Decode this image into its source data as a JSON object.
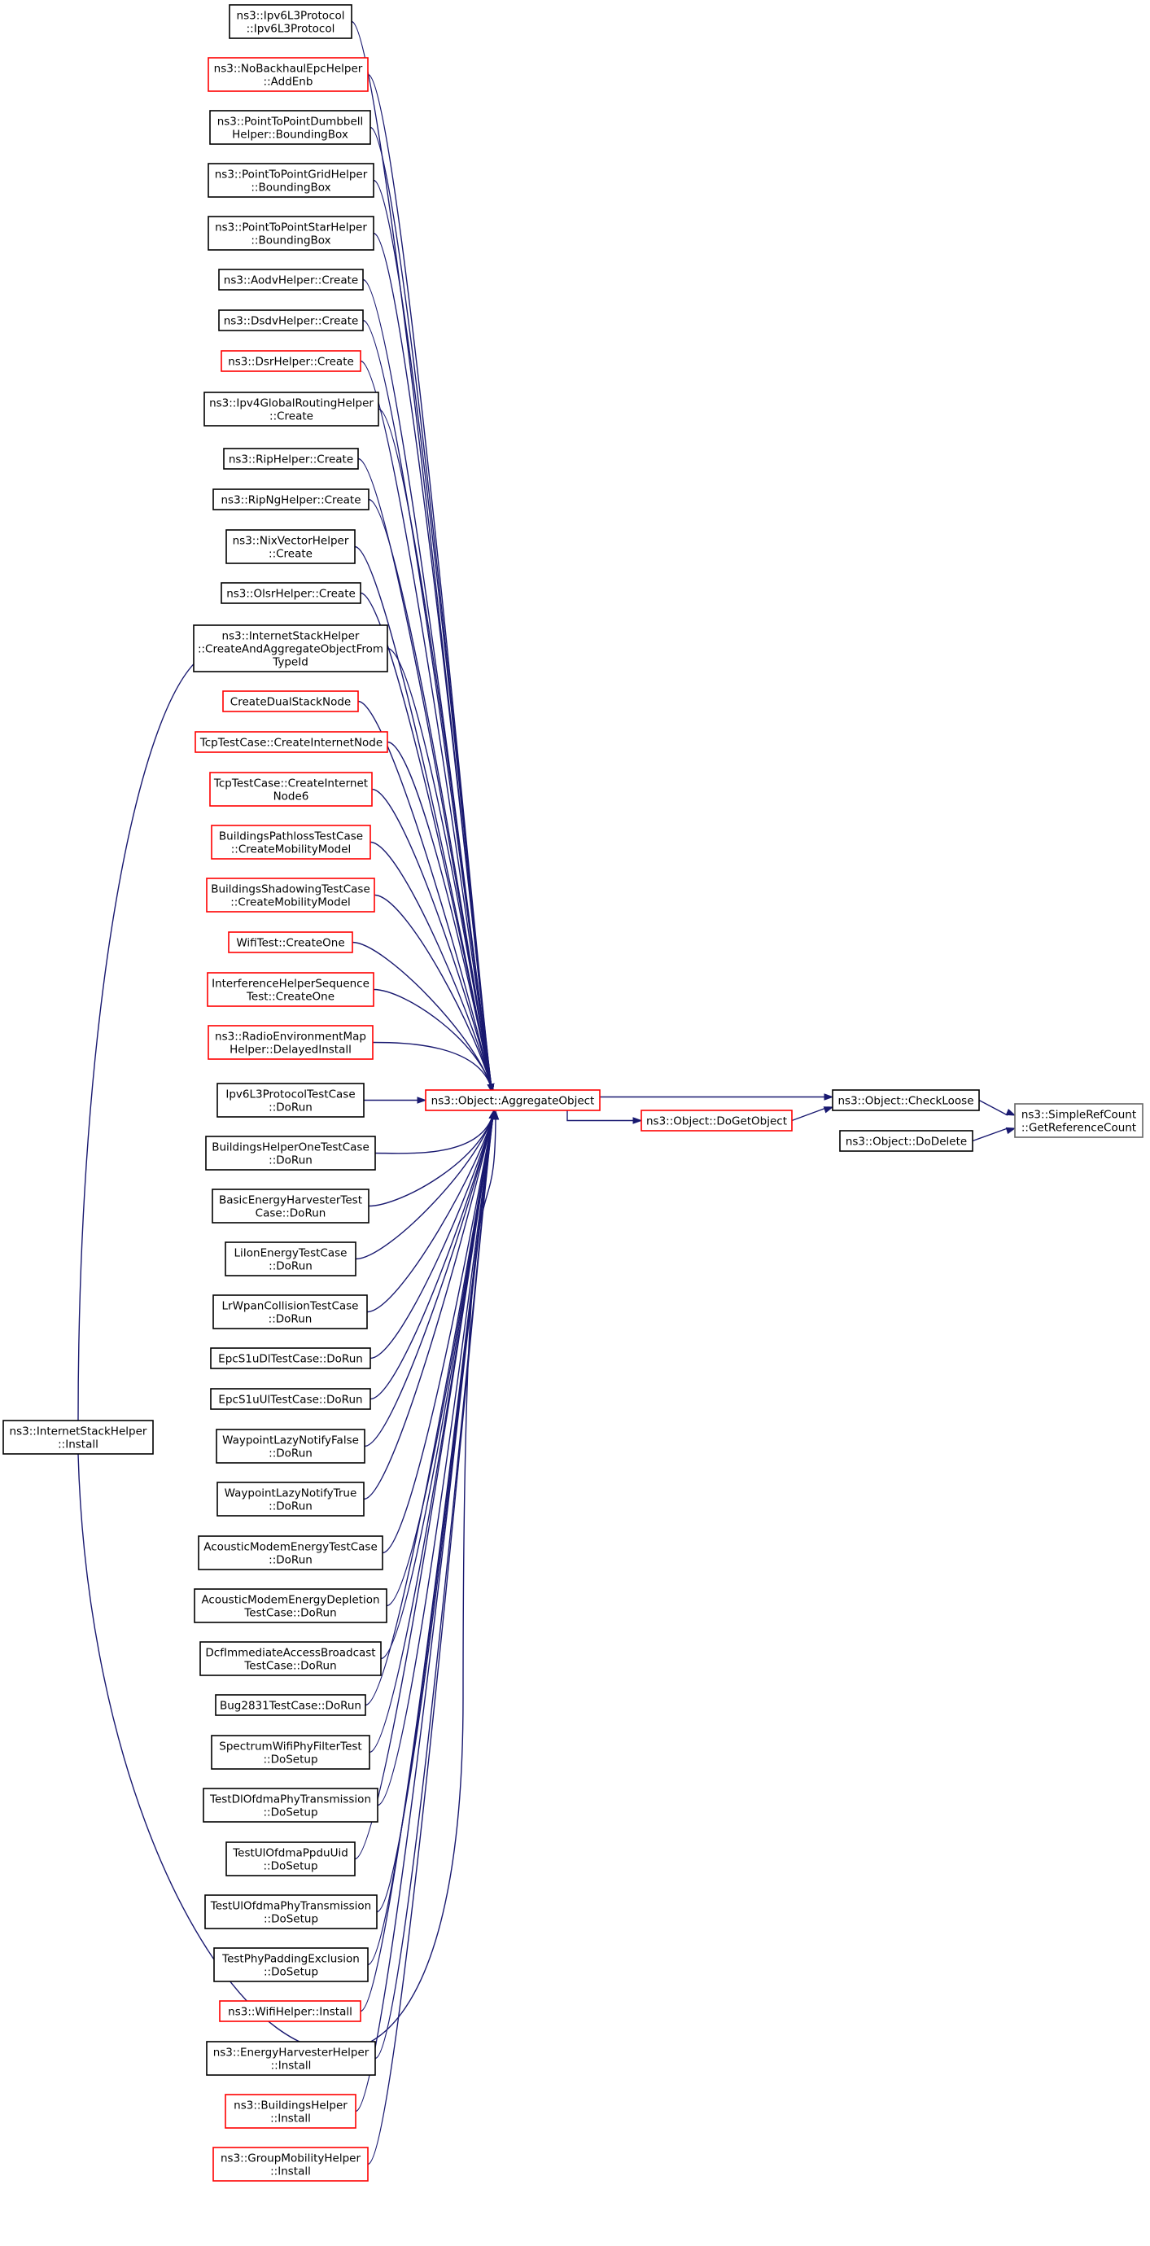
{
  "colors": {
    "edge": "#191970",
    "node_border_normal": "#000000",
    "node_border_truncated": "#ff0000",
    "node_fill_highlighted": "#bfbfbf",
    "node_border_highlighted": "#666666"
  },
  "graph": {
    "nodes": [
      {
        "id": "target",
        "lines": [
          "ns3::SimpleRefCount",
          "::GetReferenceCount"
        ],
        "style": "highlighted"
      },
      {
        "id": "checkloose",
        "lines": [
          "ns3::Object::CheckLoose"
        ],
        "style": "normal"
      },
      {
        "id": "dodelete",
        "lines": [
          "ns3::Object::DoDelete"
        ],
        "style": "normal"
      },
      {
        "id": "aggregate",
        "lines": [
          "ns3::Object::AggregateObject"
        ],
        "style": "truncated"
      },
      {
        "id": "dogetobject",
        "lines": [
          "ns3::Object::DoGetObject"
        ],
        "style": "truncated"
      },
      {
        "id": "inst_install",
        "lines": [
          "ns3::InternetStackHelper",
          "::Install"
        ],
        "style": "normal"
      },
      {
        "id": "n0",
        "lines": [
          "ns3::Ipv6L3Protocol",
          "::Ipv6L3Protocol"
        ],
        "style": "normal"
      },
      {
        "id": "n1",
        "lines": [
          "ns3::NoBackhaulEpcHelper",
          "::AddEnb"
        ],
        "style": "truncated"
      },
      {
        "id": "n2",
        "lines": [
          "ns3::PointToPointDumbbell",
          "Helper::BoundingBox"
        ],
        "style": "normal"
      },
      {
        "id": "n3",
        "lines": [
          "ns3::PointToPointGridHelper",
          "::BoundingBox"
        ],
        "style": "normal"
      },
      {
        "id": "n4",
        "lines": [
          "ns3::PointToPointStarHelper",
          "::BoundingBox"
        ],
        "style": "normal"
      },
      {
        "id": "n5",
        "lines": [
          "ns3::AodvHelper::Create"
        ],
        "style": "normal"
      },
      {
        "id": "n6",
        "lines": [
          "ns3::DsdvHelper::Create"
        ],
        "style": "normal"
      },
      {
        "id": "n7",
        "lines": [
          "ns3::DsrHelper::Create"
        ],
        "style": "truncated"
      },
      {
        "id": "n8",
        "lines": [
          "ns3::Ipv4GlobalRoutingHelper",
          "::Create"
        ],
        "style": "normal"
      },
      {
        "id": "n9",
        "lines": [
          "ns3::RipHelper::Create"
        ],
        "style": "normal"
      },
      {
        "id": "n10",
        "lines": [
          "ns3::RipNgHelper::Create"
        ],
        "style": "normal"
      },
      {
        "id": "n11",
        "lines": [
          "ns3::NixVectorHelper",
          "::Create"
        ],
        "style": "normal"
      },
      {
        "id": "n12",
        "lines": [
          "ns3::OlsrHelper::Create"
        ],
        "style": "normal"
      },
      {
        "id": "n13",
        "lines": [
          "ns3::InternetStackHelper",
          "::CreateAndAggregateObjectFrom",
          "TypeId"
        ],
        "style": "normal"
      },
      {
        "id": "n14",
        "lines": [
          "CreateDualStackNode"
        ],
        "style": "truncated"
      },
      {
        "id": "n15",
        "lines": [
          "TcpTestCase::CreateInternetNode"
        ],
        "style": "truncated"
      },
      {
        "id": "n16",
        "lines": [
          "TcpTestCase::CreateInternet",
          "Node6"
        ],
        "style": "truncated"
      },
      {
        "id": "n17",
        "lines": [
          "BuildingsPathlossTestCase",
          "::CreateMobilityModel"
        ],
        "style": "truncated"
      },
      {
        "id": "n18",
        "lines": [
          "BuildingsShadowingTestCase",
          "::CreateMobilityModel"
        ],
        "style": "truncated"
      },
      {
        "id": "n19",
        "lines": [
          "WifiTest::CreateOne"
        ],
        "style": "truncated"
      },
      {
        "id": "n20",
        "lines": [
          "InterferenceHelperSequence",
          "Test::CreateOne"
        ],
        "style": "truncated"
      },
      {
        "id": "n21",
        "lines": [
          "ns3::RadioEnvironmentMap",
          "Helper::DelayedInstall"
        ],
        "style": "truncated"
      },
      {
        "id": "n22",
        "lines": [
          "Ipv6L3ProtocolTestCase",
          "::DoRun"
        ],
        "style": "normal"
      },
      {
        "id": "n23",
        "lines": [
          "BuildingsHelperOneTestCase",
          "::DoRun"
        ],
        "style": "normal"
      },
      {
        "id": "n24",
        "lines": [
          "BasicEnergyHarvesterTest",
          "Case::DoRun"
        ],
        "style": "normal"
      },
      {
        "id": "n25",
        "lines": [
          "LiIonEnergyTestCase",
          "::DoRun"
        ],
        "style": "normal"
      },
      {
        "id": "n26",
        "lines": [
          "LrWpanCollisionTestCase",
          "::DoRun"
        ],
        "style": "normal"
      },
      {
        "id": "n27",
        "lines": [
          "EpcS1uDlTestCase::DoRun"
        ],
        "style": "normal"
      },
      {
        "id": "n28",
        "lines": [
          "EpcS1uUlTestCase::DoRun"
        ],
        "style": "normal"
      },
      {
        "id": "n29",
        "lines": [
          "WaypointLazyNotifyFalse",
          "::DoRun"
        ],
        "style": "normal"
      },
      {
        "id": "n30",
        "lines": [
          "WaypointLazyNotifyTrue",
          "::DoRun"
        ],
        "style": "normal"
      },
      {
        "id": "n31",
        "lines": [
          "AcousticModemEnergyTestCase",
          "::DoRun"
        ],
        "style": "normal"
      },
      {
        "id": "n32",
        "lines": [
          "AcousticModemEnergyDepletion",
          "TestCase::DoRun"
        ],
        "style": "normal"
      },
      {
        "id": "n33",
        "lines": [
          "DcfImmediateAccessBroadcast",
          "TestCase::DoRun"
        ],
        "style": "normal"
      },
      {
        "id": "n34",
        "lines": [
          "Bug2831TestCase::DoRun"
        ],
        "style": "normal"
      },
      {
        "id": "n35",
        "lines": [
          "SpectrumWifiPhyFilterTest",
          "::DoSetup"
        ],
        "style": "normal"
      },
      {
        "id": "n36",
        "lines": [
          "TestDlOfdmaPhyTransmission",
          "::DoSetup"
        ],
        "style": "normal"
      },
      {
        "id": "n37",
        "lines": [
          "TestUlOfdmaPpduUid",
          "::DoSetup"
        ],
        "style": "normal"
      },
      {
        "id": "n38",
        "lines": [
          "TestUlOfdmaPhyTransmission",
          "::DoSetup"
        ],
        "style": "normal"
      },
      {
        "id": "n39",
        "lines": [
          "TestPhyPaddingExclusion",
          "::DoSetup"
        ],
        "style": "normal"
      },
      {
        "id": "n40",
        "lines": [
          "ns3::WifiHelper::Install"
        ],
        "style": "truncated"
      },
      {
        "id": "n41",
        "lines": [
          "ns3::EnergyHarvesterHelper",
          "::Install"
        ],
        "style": "normal"
      },
      {
        "id": "n42",
        "lines": [
          "ns3::BuildingsHelper",
          "::Install"
        ],
        "style": "truncated"
      },
      {
        "id": "n43",
        "lines": [
          "ns3::GroupMobilityHelper",
          "::Install"
        ],
        "style": "truncated"
      }
    ],
    "edges": [
      {
        "from": "checkloose",
        "to": "target"
      },
      {
        "from": "dodelete",
        "to": "target"
      },
      {
        "from": "aggregate",
        "to": "checkloose"
      },
      {
        "from": "dogetobject",
        "to": "checkloose"
      },
      {
        "from": "aggregate",
        "to": "dogetobject"
      },
      {
        "from": "inst_install",
        "to": "n13"
      },
      {
        "from": "inst_install",
        "to": "aggregate"
      },
      {
        "from": "n0",
        "to": "aggregate"
      },
      {
        "from": "n1",
        "to": "aggregate"
      },
      {
        "from": "n2",
        "to": "aggregate"
      },
      {
        "from": "n3",
        "to": "aggregate"
      },
      {
        "from": "n4",
        "to": "aggregate"
      },
      {
        "from": "n5",
        "to": "aggregate"
      },
      {
        "from": "n6",
        "to": "aggregate"
      },
      {
        "from": "n7",
        "to": "aggregate"
      },
      {
        "from": "n8",
        "to": "aggregate"
      },
      {
        "from": "n9",
        "to": "aggregate"
      },
      {
        "from": "n10",
        "to": "aggregate"
      },
      {
        "from": "n11",
        "to": "aggregate"
      },
      {
        "from": "n12",
        "to": "aggregate"
      },
      {
        "from": "n13",
        "to": "aggregate"
      },
      {
        "from": "n14",
        "to": "aggregate"
      },
      {
        "from": "n15",
        "to": "aggregate"
      },
      {
        "from": "n16",
        "to": "aggregate"
      },
      {
        "from": "n17",
        "to": "aggregate"
      },
      {
        "from": "n18",
        "to": "aggregate"
      },
      {
        "from": "n19",
        "to": "aggregate"
      },
      {
        "from": "n20",
        "to": "aggregate"
      },
      {
        "from": "n21",
        "to": "aggregate"
      },
      {
        "from": "n22",
        "to": "aggregate"
      },
      {
        "from": "n23",
        "to": "aggregate"
      },
      {
        "from": "n24",
        "to": "aggregate"
      },
      {
        "from": "n25",
        "to": "aggregate"
      },
      {
        "from": "n26",
        "to": "aggregate"
      },
      {
        "from": "n27",
        "to": "aggregate"
      },
      {
        "from": "n28",
        "to": "aggregate"
      },
      {
        "from": "n29",
        "to": "aggregate"
      },
      {
        "from": "n30",
        "to": "aggregate"
      },
      {
        "from": "n31",
        "to": "aggregate"
      },
      {
        "from": "n32",
        "to": "aggregate"
      },
      {
        "from": "n33",
        "to": "aggregate"
      },
      {
        "from": "n34",
        "to": "aggregate"
      },
      {
        "from": "n35",
        "to": "aggregate"
      },
      {
        "from": "n36",
        "to": "aggregate"
      },
      {
        "from": "n37",
        "to": "aggregate"
      },
      {
        "from": "n38",
        "to": "aggregate"
      },
      {
        "from": "n39",
        "to": "aggregate"
      },
      {
        "from": "n40",
        "to": "aggregate"
      },
      {
        "from": "n41",
        "to": "aggregate"
      },
      {
        "from": "n42",
        "to": "aggregate"
      },
      {
        "from": "n43",
        "to": "aggregate"
      }
    ]
  }
}
